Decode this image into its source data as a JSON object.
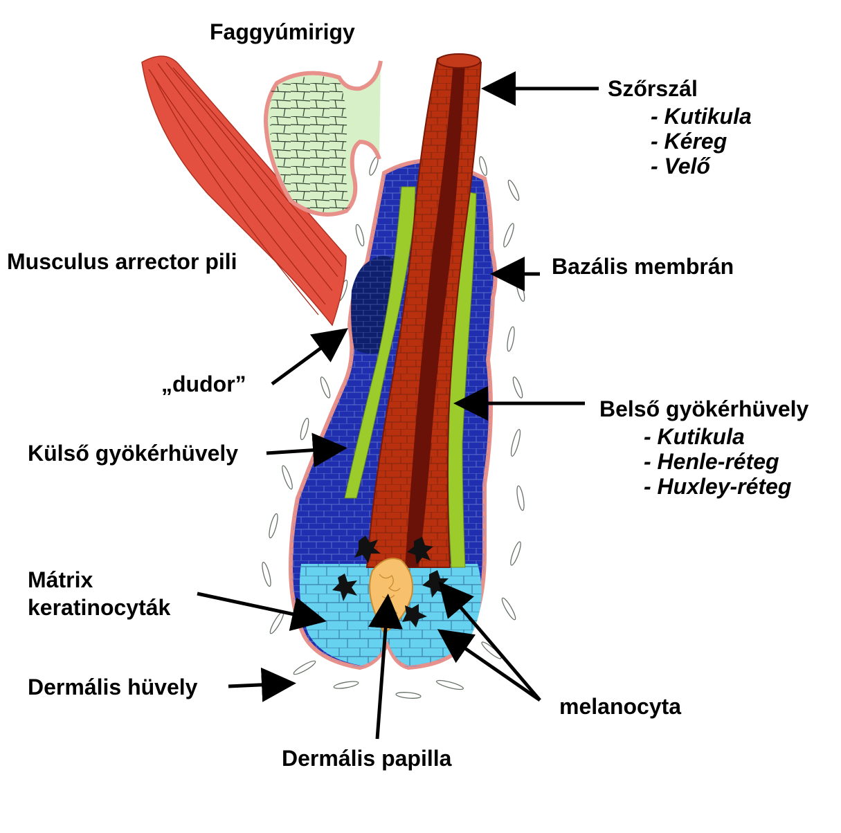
{
  "labels": {
    "sebaceous_gland": "Faggyúmirigy",
    "hair_shaft": "Szőrszál",
    "hair_shaft_parts": [
      "- Kutikula",
      "- Kéreg",
      "- Velő"
    ],
    "arrector_pili": "Musculus arrector pili",
    "basal_membrane": "Bazális membrán",
    "bulge": "„dudor”",
    "inner_root_sheath": "Belső gyökérhüvely",
    "inner_root_sheath_parts": [
      "- Kutikula",
      "- Henle-réteg",
      "- Huxley-réteg"
    ],
    "outer_root_sheath": "Külső gyökérhüvely",
    "matrix_line1": "Mátrix",
    "matrix_line2": "keratinocyták",
    "dermal_sheath": "Dermális hüvely",
    "melanocyte": "melanocyta",
    "dermal_papilla": "Dermális papilla"
  },
  "colors": {
    "outer_root_sheath": "#1f2fb0",
    "bulge": "#0e1f6e",
    "inner_root_sheath": "#9ccb2c",
    "hair_shaft": "#b8300e",
    "medulla": "#6a1208",
    "matrix": "#66d2f0",
    "papilla": "#f7c06c",
    "basal_membrane": "#e8908a",
    "sebaceous_gland": "#d8f0c8",
    "muscle": "#e35040",
    "melanocyte": "#111111"
  }
}
